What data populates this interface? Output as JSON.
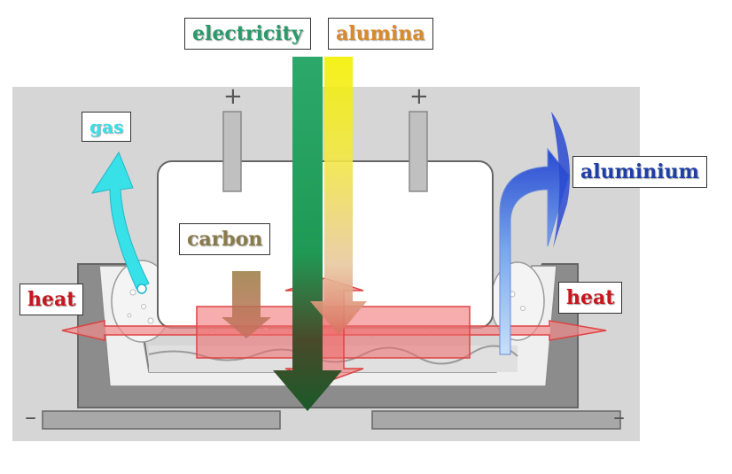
{
  "labels": {
    "electricity": "electricity",
    "alumina": "alumina",
    "gas": "gas",
    "aluminium": "aluminium",
    "carbon": "carbon",
    "heat_left": "heat",
    "heat_right": "heat"
  },
  "signs": {
    "plus_left": "+",
    "plus_right": "+",
    "minus_left": "–",
    "minus_right": "–"
  },
  "colors": {
    "electricity": "#2a9a6a",
    "alumina": "#d98a2a",
    "gas": "#38e0e8",
    "aluminium": "#1f3fa8",
    "carbon": "#8a7a4a",
    "heat": "#c8161e",
    "background_panel": "#d6d6d6",
    "cell_body": "#8c8c8c"
  }
}
